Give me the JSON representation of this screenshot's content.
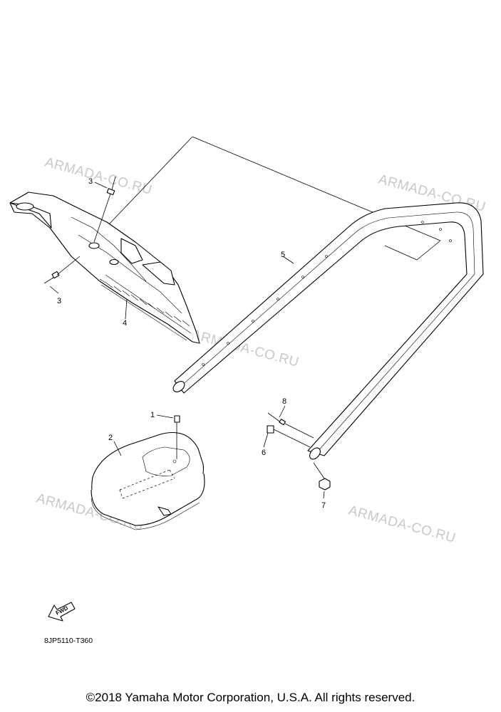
{
  "diagram": {
    "watermarks": [
      "ARMADA-CO.RU",
      "ARMADA-CO.RU",
      "ARMADA-CO.RU",
      "ARMADA-CO.RU",
      "ARMADA-CO.RU"
    ],
    "callouts": [
      "1",
      "2",
      "3",
      "3",
      "4",
      "5",
      "6",
      "7",
      "8"
    ],
    "fwd_label": "FWD",
    "drawing_code": "8JP5110-T360",
    "copyright": "©2018 Yamaha Motor Corporation, U.S.A. All rights reserved."
  }
}
